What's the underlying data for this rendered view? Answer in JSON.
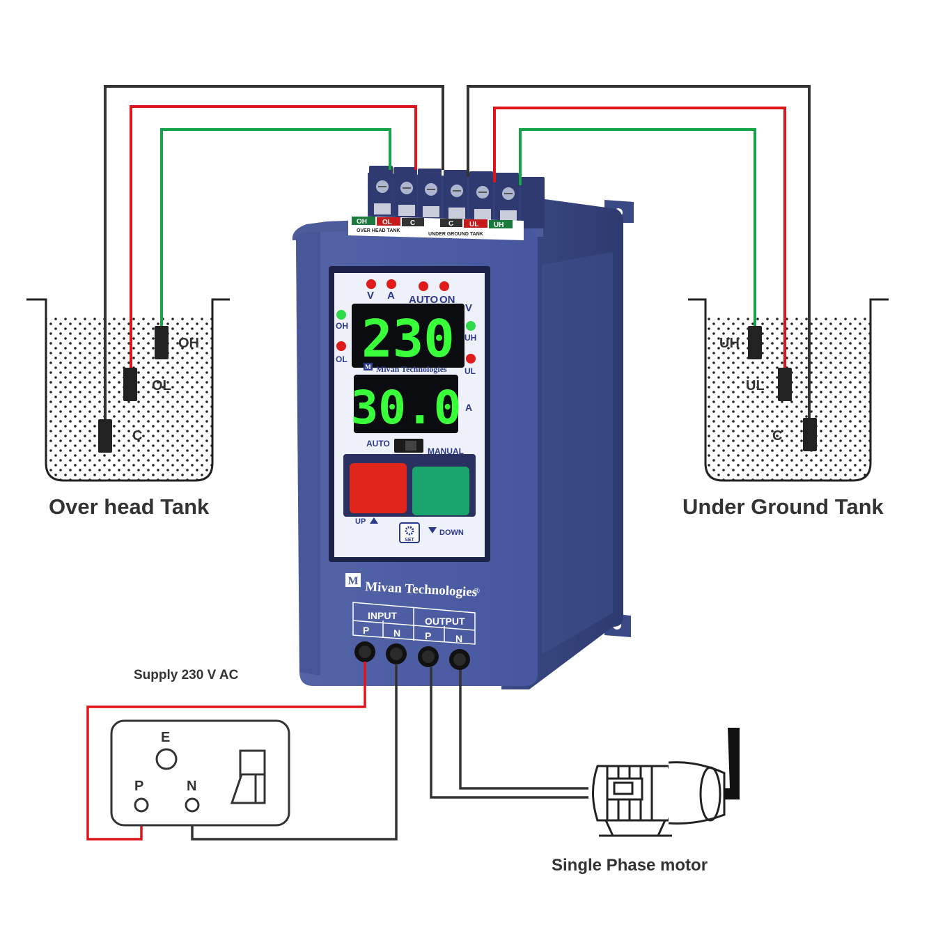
{
  "tanks": {
    "overhead": {
      "title": "Over head Tank",
      "probes": [
        "OH",
        "OL",
        "C"
      ]
    },
    "underground": {
      "title": "Under Ground Tank",
      "probes": [
        "UH",
        "UL",
        "C"
      ]
    }
  },
  "terminal_strip": {
    "labels": [
      "OH",
      "OL",
      "C",
      "C",
      "UL",
      "UH"
    ],
    "overhead_caption": "OVER HEAD TANK",
    "underground_caption": "UNDER GROUND TANK"
  },
  "panel": {
    "indicators_top": [
      "V",
      "A",
      "AUTO",
      "ON"
    ],
    "left_leds": [
      "OH",
      "OL"
    ],
    "right_leds": [
      "UH",
      "UL"
    ],
    "unit_voltage": "V",
    "unit_current": "A",
    "display_voltage": "230",
    "display_current": "30.0",
    "brand": "Mivan Technologies",
    "mode_auto": "AUTO",
    "mode_manual": "MANUAL",
    "up_label": "UP",
    "down_label": "DOWN",
    "set_label": "SET"
  },
  "enclosure": {
    "brand": "Mivan Technologies",
    "registered": "®",
    "input_label": "INPUT",
    "output_label": "OUTPUT",
    "input_p": "P",
    "input_n": "N",
    "output_p": "P",
    "output_n": "N"
  },
  "supply": {
    "label": "Supply 230 V AC",
    "socket_e": "E",
    "socket_p": "P",
    "socket_n": "N"
  },
  "motor": {
    "label": "Single Phase motor"
  },
  "colors": {
    "wire_black": "#333333",
    "wire_red": "#e0151b",
    "wire_green": "#17a34a",
    "enclosure_blue": "#4a5a98",
    "display_green": "#39ff3a",
    "button_red": "#e0261c",
    "button_green": "#1aa56d"
  }
}
